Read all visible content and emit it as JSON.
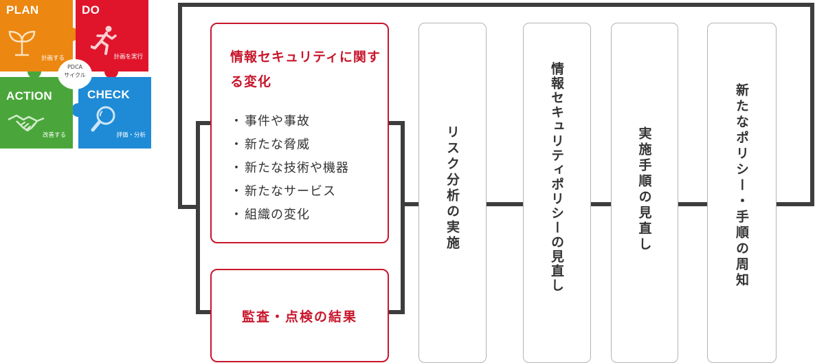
{
  "pdca": {
    "center": {
      "line1": "PDCA",
      "line2": "サイクル"
    },
    "plan": {
      "title": "PLAN",
      "sub": "計画する",
      "color": "#ec8711",
      "icon": "sprout-icon"
    },
    "do": {
      "title": "DO",
      "sub": "計画を実行",
      "color": "#e0152b",
      "icon": "runner-icon"
    },
    "action": {
      "title": "ACTION",
      "sub": "改善する",
      "color": "#4aa63a",
      "icon": "handshake-icon"
    },
    "check": {
      "title": "CHECK",
      "sub": "評価・分析",
      "color": "#1f8bd6",
      "icon": "magnifier-icon"
    }
  },
  "flow": {
    "changes": {
      "title": "情報セキュリティに関する変化",
      "items": [
        "事件や事故",
        "新たな脅威",
        "新たな技術や機器",
        "新たなサービス",
        "組織の変化"
      ]
    },
    "audit": "監査・点検の結果",
    "steps": [
      "リスク分析の実施",
      "情報セキュリティポリシーの見直し",
      "実施手順の見直し",
      "新たなポリシー・手順の周知"
    ],
    "colors": {
      "accent": "#c7162b",
      "line": "#3d3d3d",
      "border": "#b3b3b3"
    }
  }
}
